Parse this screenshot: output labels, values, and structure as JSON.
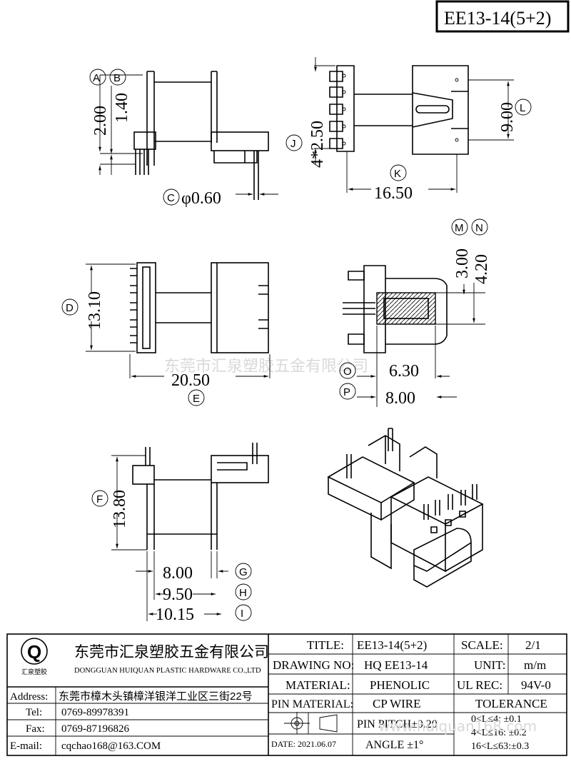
{
  "header_title": "EE13-14(5+2)",
  "dims": {
    "A": "A",
    "B": "B",
    "C": "C",
    "D": "D",
    "E": "E",
    "F": "F",
    "G": "G",
    "H": "H",
    "I": "I",
    "J": "J",
    "K": "K",
    "L": "L",
    "M": "M",
    "N": "N",
    "O": "O",
    "P": "P",
    "a_val": "2.00",
    "b_val": "1.40",
    "c_val": "φ0.60",
    "j_val": "4*2.50",
    "k_val": "16.50",
    "l_val": "9.00",
    "d_val": "13.10",
    "e_val": "20.50",
    "m_val": "3.00",
    "n_val": "4.20",
    "o_val": "6.30",
    "p_val": "8.00",
    "f_val": "13.80",
    "g_val": "8.00",
    "h_val": "9.50",
    "i_val": "10.15"
  },
  "watermark_mid": "东莞市汇泉塑胶五金有限公司",
  "watermark_bottom": "www.huiquan168.com",
  "company": {
    "name_cn": "东莞市汇泉塑胶五金有限公司",
    "name_en": "DONGGUAN HUIQUAN PLASTIC HARDWARE CO.,LTD",
    "logo_text": "汇泉塑胶"
  },
  "contact": {
    "address_label": "Address:",
    "address": "东莞市樟木头镇樟洋银洋工业区三街22号",
    "tel_label": "Tel:",
    "tel": "0769-89978391",
    "fax_label": "Fax:",
    "fax": "0769-87196826",
    "email_label": "E-mail:",
    "email": "cqchao168@163.COM"
  },
  "titleblock": {
    "title_label": "TITLE:",
    "title": "EE13-14(5+2)",
    "scale_label": "SCALE:",
    "scale": "2/1",
    "drawing_label": "DRAWING NO:",
    "drawing": "HQ EE13-14",
    "unit_label": "UNIT:",
    "unit": "m/m",
    "material_label": "MATERIAL:",
    "material": "PHENOLIC",
    "ul_label": "UL REC:",
    "ul": "94V-0",
    "pin_material_label": "PIN MATERIAL:",
    "pin_material": "CP WIRE",
    "tolerance_label": "TOLERANCE",
    "pin_pitch": "PIN PITCH±0.20",
    "angle": "ANGLE  ±1°",
    "date": "DATE: 2021.06.07",
    "tol1": "0<L≤4:  ±0.1",
    "tol2": "4<L≤16: ±0.2",
    "tol3": "16<L≤63:±0.3"
  }
}
